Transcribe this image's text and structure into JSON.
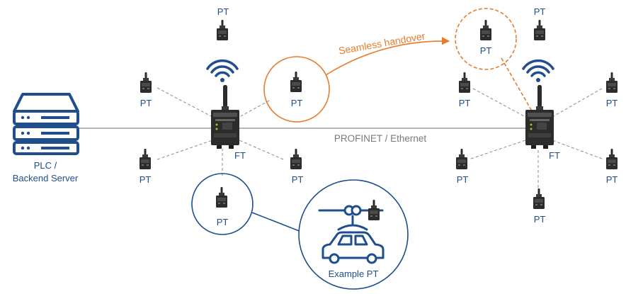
{
  "colors": {
    "blue": "#1f4e8c",
    "orange": "#e87b2c",
    "gray_line": "#8a8a8a",
    "device_dark": "#2c2c2c"
  },
  "server": {
    "icon": "server-rack-icon",
    "label_line1": "PLC /",
    "label_line2": "Backend Server"
  },
  "network": {
    "label": "PROFINET / Ethernet"
  },
  "handover": {
    "label": "Seamless handover"
  },
  "labels": {
    "ft": "FT",
    "pt": "PT",
    "example": "Example PT"
  }
}
